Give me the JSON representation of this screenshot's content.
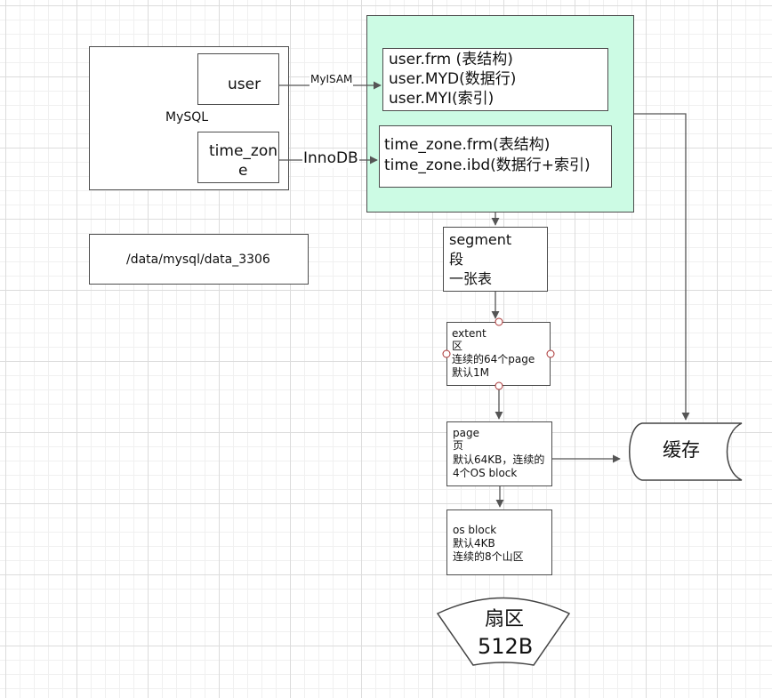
{
  "mysql_group": {
    "label": "MySQL",
    "table_user": "user",
    "table_time_zone_line1": "time_zon",
    "table_time_zone_line2": "e"
  },
  "datadir": {
    "path": "/data/mysql/data_3306"
  },
  "engines": {
    "myisam": "MyISAM",
    "innodb": "InnoDB"
  },
  "files_panel": {
    "fill_color": "#ccfbe4",
    "myisam_files": [
      "user.frm (表结构)",
      "user.MYD(数据行)",
      "user.MYI(索引)"
    ],
    "innodb_files": [
      "time_zone.frm(表结构)",
      "time_zone.ibd(数据行+索引)"
    ]
  },
  "segment": {
    "lines": [
      "segment",
      "段",
      "一张表"
    ]
  },
  "extent": {
    "lines": [
      "extent",
      "区",
      "连续的64个page",
      "默认1M"
    ]
  },
  "page": {
    "lines": [
      "page",
      "页",
      "默认64KB，连续的",
      "4个OS block"
    ]
  },
  "os_block": {
    "lines": [
      "os block",
      "默认4KB",
      "连续的8个山区"
    ]
  },
  "cache": {
    "label": "缓存"
  },
  "sector": {
    "line1": "扇区",
    "line2": "512B"
  }
}
